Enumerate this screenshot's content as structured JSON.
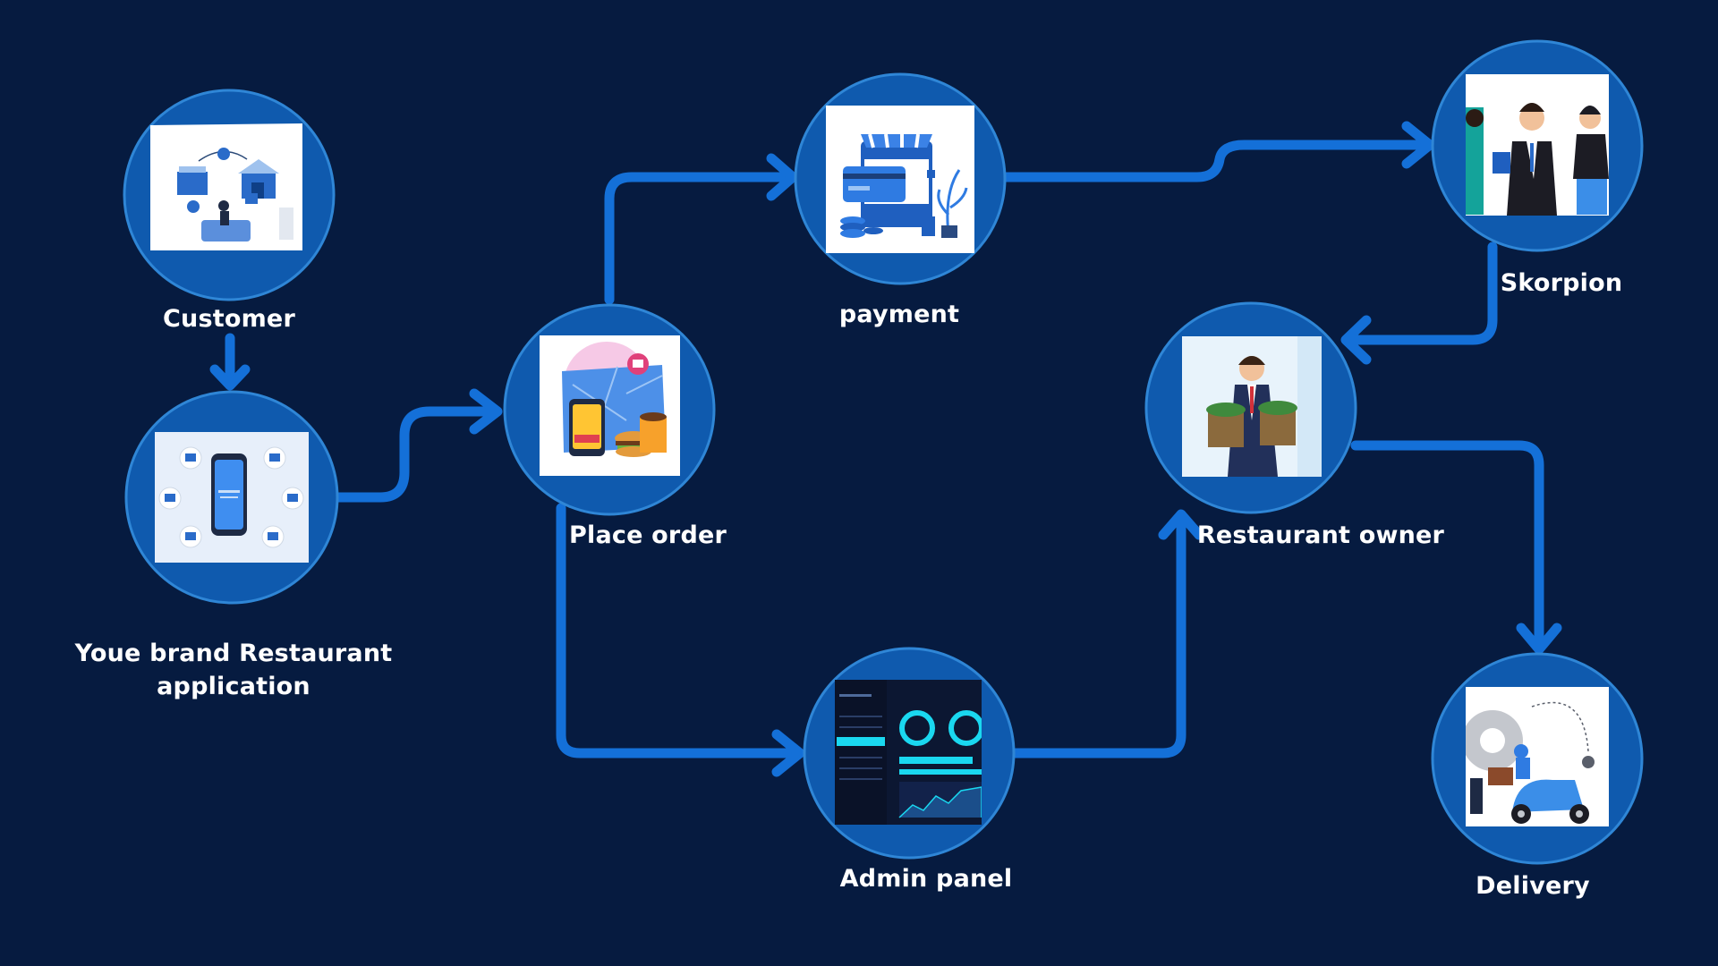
{
  "colors": {
    "background": "#061b40",
    "circle_fill": "#0f5aae",
    "circle_stroke": "#2f86d6",
    "arrow": "#1470d8",
    "label": "#ffffff"
  },
  "nodes": {
    "customer": {
      "label": "Customer",
      "icon": "customer-shopping-illustration"
    },
    "app": {
      "label_line1": "Youe brand Restaurant",
      "label_line2": "application",
      "icon": "mobile-app-illustration"
    },
    "place_order": {
      "label": "Place order",
      "icon": "food-order-illustration"
    },
    "payment": {
      "label": "payment",
      "icon": "card-payment-illustration"
    },
    "admin": {
      "label": "Admin panel",
      "icon": "dashboard-illustration"
    },
    "skorpion": {
      "label": "Skorpion",
      "icon": "business-team-illustration"
    },
    "owner": {
      "label": "Restaurant owner",
      "icon": "businessman-illustration"
    },
    "delivery": {
      "label": "Delivery",
      "icon": "scooter-delivery-illustration"
    }
  }
}
